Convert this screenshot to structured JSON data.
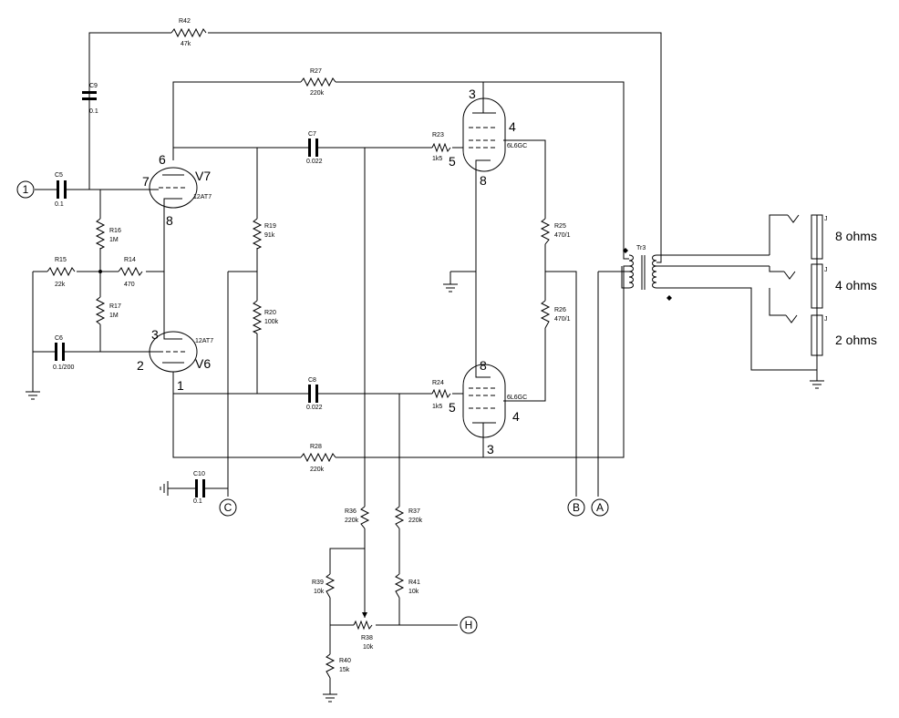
{
  "resistors": [
    {
      "ref": "R42",
      "value": "47k"
    },
    {
      "ref": "R27",
      "value": "220k"
    },
    {
      "ref": "R16",
      "value": "1M"
    },
    {
      "ref": "R15",
      "value": "22k"
    },
    {
      "ref": "R14",
      "value": "470"
    },
    {
      "ref": "R17",
      "value": "1M"
    },
    {
      "ref": "R19",
      "value": "91k"
    },
    {
      "ref": "R20",
      "value": "100k"
    },
    {
      "ref": "R23",
      "value": "1k5"
    },
    {
      "ref": "R24",
      "value": "1k5"
    },
    {
      "ref": "R25",
      "value": "470/1"
    },
    {
      "ref": "R26",
      "value": "470/1"
    },
    {
      "ref": "R28",
      "value": "220k"
    },
    {
      "ref": "R36",
      "value": "220k"
    },
    {
      "ref": "R37",
      "value": "220k"
    },
    {
      "ref": "R39",
      "value": "10k"
    },
    {
      "ref": "R41",
      "value": "10k"
    },
    {
      "ref": "R40",
      "value": "15k"
    },
    {
      "ref": "R38",
      "value": "10k"
    }
  ],
  "capacitors": [
    {
      "ref": "C9",
      "value": "0.1"
    },
    {
      "ref": "C5",
      "value": "0.1"
    },
    {
      "ref": "C6",
      "value": "0.1/200"
    },
    {
      "ref": "C7",
      "value": "0.022"
    },
    {
      "ref": "C8",
      "value": "0.022"
    },
    {
      "ref": "C10",
      "value": "0.1"
    }
  ],
  "tubes": [
    {
      "ref": "V7",
      "type": "12AT7",
      "pins": [
        "6",
        "7",
        "8"
      ]
    },
    {
      "ref": "V6",
      "type": "12AT7",
      "pins": [
        "3",
        "2",
        "1"
      ]
    },
    {
      "ref": "",
      "type": "6L6GC",
      "pins": [
        "3",
        "4",
        "5",
        "8"
      ]
    },
    {
      "ref": "",
      "type": "6L6GC",
      "pins": [
        "8",
        "5",
        "4",
        "3"
      ]
    }
  ],
  "transformer": {
    "ref": "Tr3"
  },
  "jacks": [
    {
      "ref": "J",
      "label": "8 ohms"
    },
    {
      "ref": "J",
      "label": "4 ohms"
    },
    {
      "ref": "J",
      "label": "2 ohms"
    }
  ],
  "connectors": {
    "input": "1",
    "c": "C",
    "b": "B",
    "a": "A",
    "h": "H"
  }
}
